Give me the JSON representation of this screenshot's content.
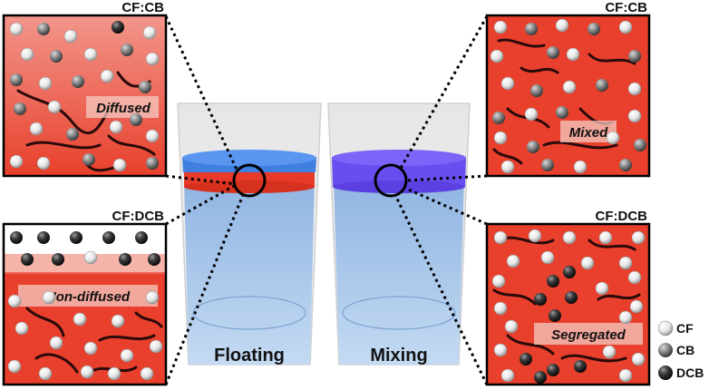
{
  "panels": {
    "top_left": {
      "ratio_label": "CF:CB",
      "state_label": "Diffused"
    },
    "bottom_left": {
      "ratio_label": "CF:DCB",
      "state_label": "Non-diffused"
    },
    "top_right": {
      "ratio_label": "CF:CB",
      "state_label": "Mixed"
    },
    "bottom_right": {
      "ratio_label": "CF:DCB",
      "state_label": "Segregated"
    }
  },
  "beakers": {
    "left_caption": "Floating",
    "right_caption": "Mixing"
  },
  "legend": [
    {
      "label": "CF",
      "icon": "light-sphere-icon",
      "color": "#f0f0f0"
    },
    {
      "label": "CB",
      "icon": "gray-sphere-icon",
      "color": "#8a8a8a"
    },
    {
      "label": "DCB",
      "icon": "dark-sphere-icon",
      "color": "#2e2e2e"
    }
  ],
  "colors": {
    "panel_red": "#e8402c",
    "floating_top_layer": "#3f7fe0",
    "floating_bottom_layer": "#e83a2a",
    "mixing_layer": "#6a4df0",
    "liquid_blue": "#a9c8ea"
  }
}
